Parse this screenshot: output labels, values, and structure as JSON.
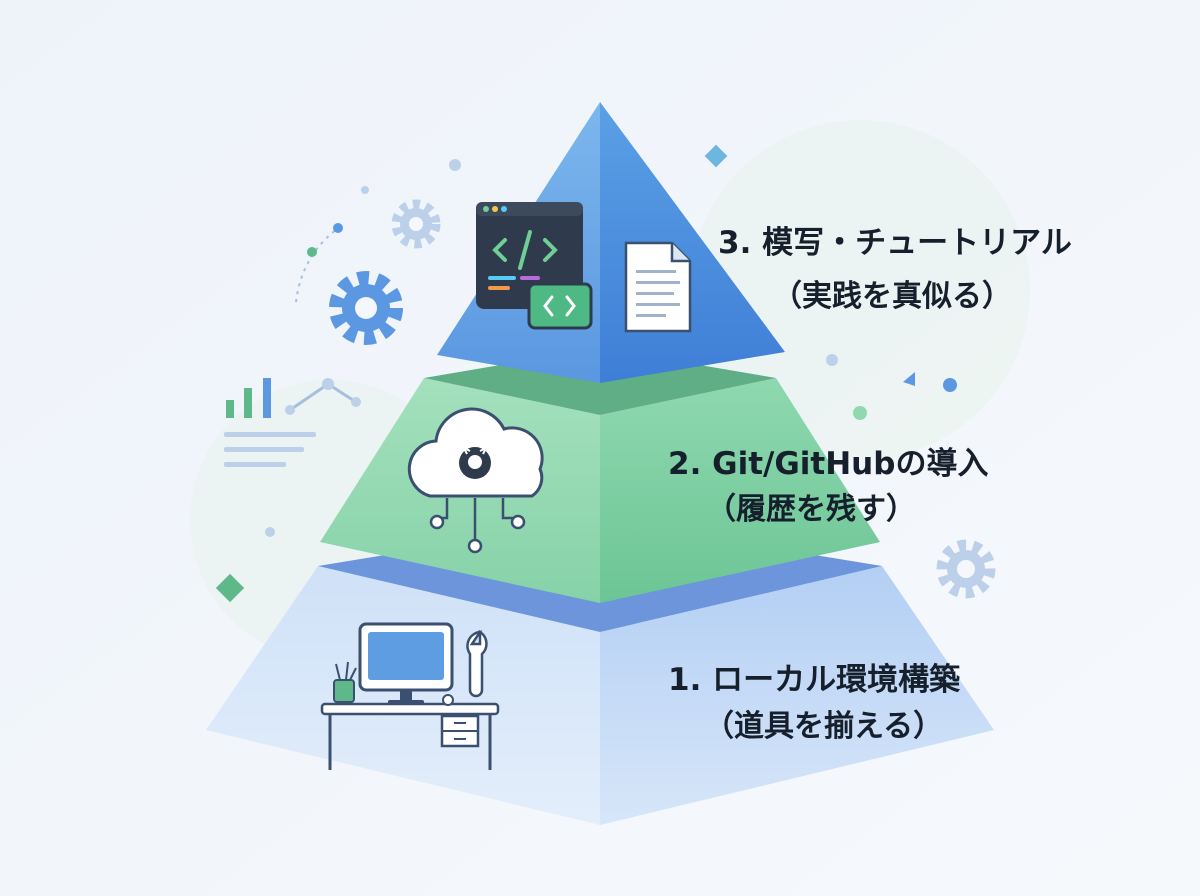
{
  "diagram": {
    "type": "pyramid",
    "tiers": [
      {
        "level": 3,
        "title": "3. 模写・チュートリアル",
        "subtitle": "（実践を真似る）",
        "icon": "code-window-icon"
      },
      {
        "level": 2,
        "title": "2. Git/GitHubの導入",
        "subtitle": "（履歴を残す）",
        "icon": "github-cloud-icon"
      },
      {
        "level": 1,
        "title": "1. ローカル環境構築",
        "subtitle": "（道具を揃える）",
        "icon": "desk-computer-icon"
      }
    ]
  },
  "colors": {
    "background": "#f4f7fb",
    "top_tier": "#5b9be3",
    "middle_tier": "#7fd1a3",
    "bottom_tier": "#b8d4f6",
    "text": "#16202c"
  }
}
